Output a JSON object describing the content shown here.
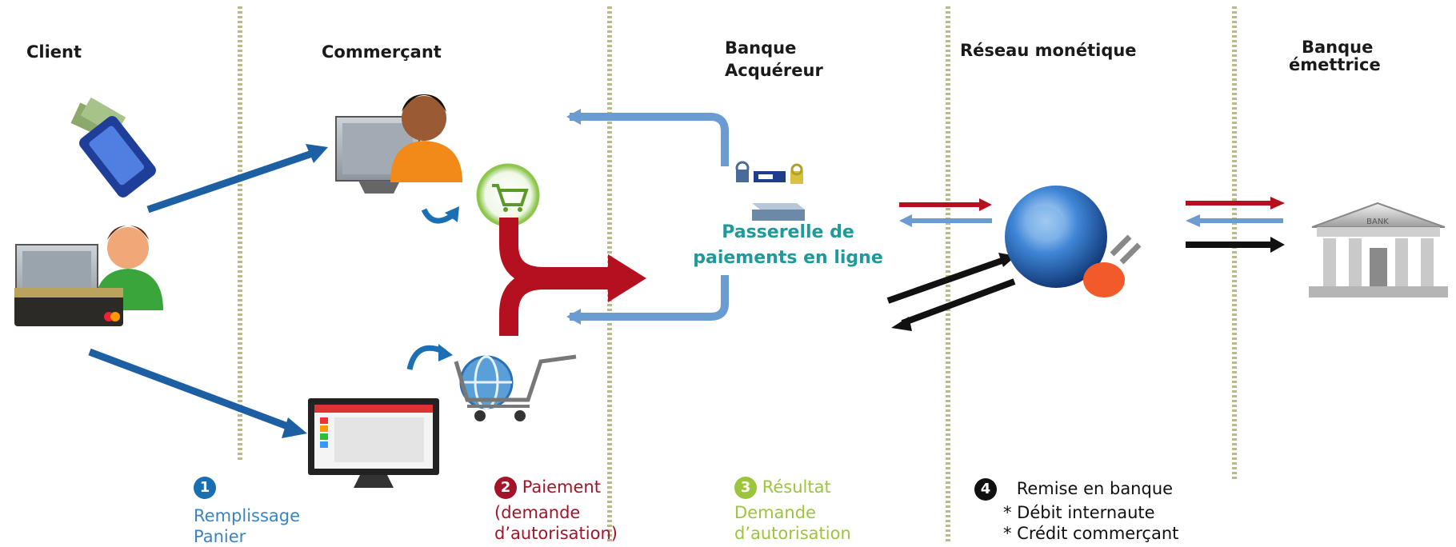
{
  "columns": {
    "client": "Client",
    "commercant": "Commerçant",
    "banque_acquereur": [
      "Banque",
      "Acquéreur"
    ],
    "reseau": "Réseau monétique",
    "banque_emettrice": [
      "Banque",
      "émettrice"
    ]
  },
  "gateway": {
    "line1": "Passerelle de",
    "line2": "paiements en ligne"
  },
  "bank_sign": "BANK",
  "steps": [
    {
      "num": "1",
      "lines": [
        "Remplissage",
        "Panier"
      ]
    },
    {
      "num": "2",
      "title": "Paiement",
      "lines": [
        "(demande",
        "d’autorisation)"
      ]
    },
    {
      "num": "3",
      "title": "Résultat",
      "lines": [
        "Demande",
        "d’autorisation"
      ]
    },
    {
      "num": "4",
      "title": "Remise en banque",
      "lines": [
        "* Débit internaute",
        "* Crédit commerçant"
      ]
    }
  ],
  "colors": {
    "blue_arrow": "#1d5fa3",
    "red_arrow": "#b5101f",
    "light_blue_line": "#6a9bd1",
    "gateway_text": "#1f9a9c",
    "step1": "#3a83c1",
    "step2": "#a3142a",
    "step3": "#9cc43c",
    "step4": "#111111"
  }
}
